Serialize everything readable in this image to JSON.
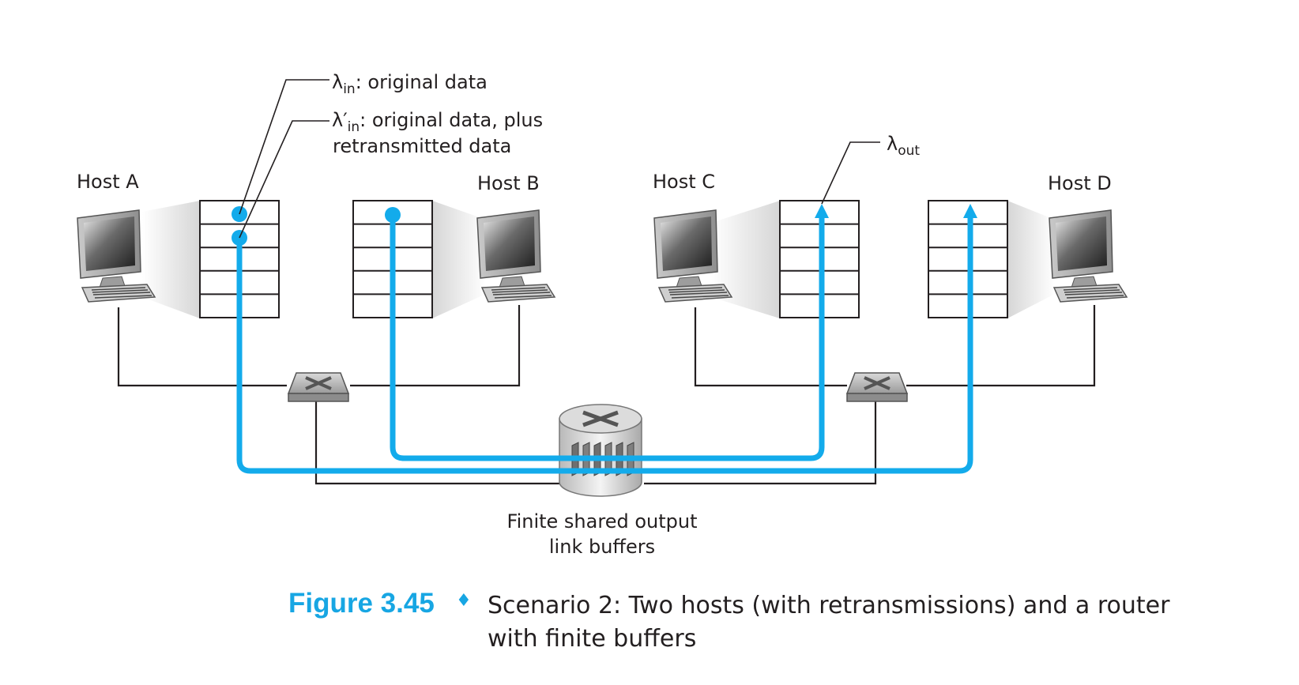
{
  "labels": {
    "lambda_in": "λin: original data",
    "lambda_in_prime_line1": "λ′in: original data, plus",
    "lambda_in_prime_line2": "retransmitted data",
    "lambda_out": "λout",
    "host_a": "Host A",
    "host_b": "Host B",
    "host_c": "Host C",
    "host_d": "Host D",
    "router_line1": "Finite shared output",
    "router_line2": "link buffers"
  },
  "caption": {
    "figure_label": "Figure 3.45",
    "bullet": "♦",
    "text": "Scenario 2: Two hosts (with retransmissions) and a router with finite buffers"
  },
  "colors": {
    "flow": "#13abeb",
    "line": "#231f20",
    "caption_accent": "#17a6e3"
  }
}
